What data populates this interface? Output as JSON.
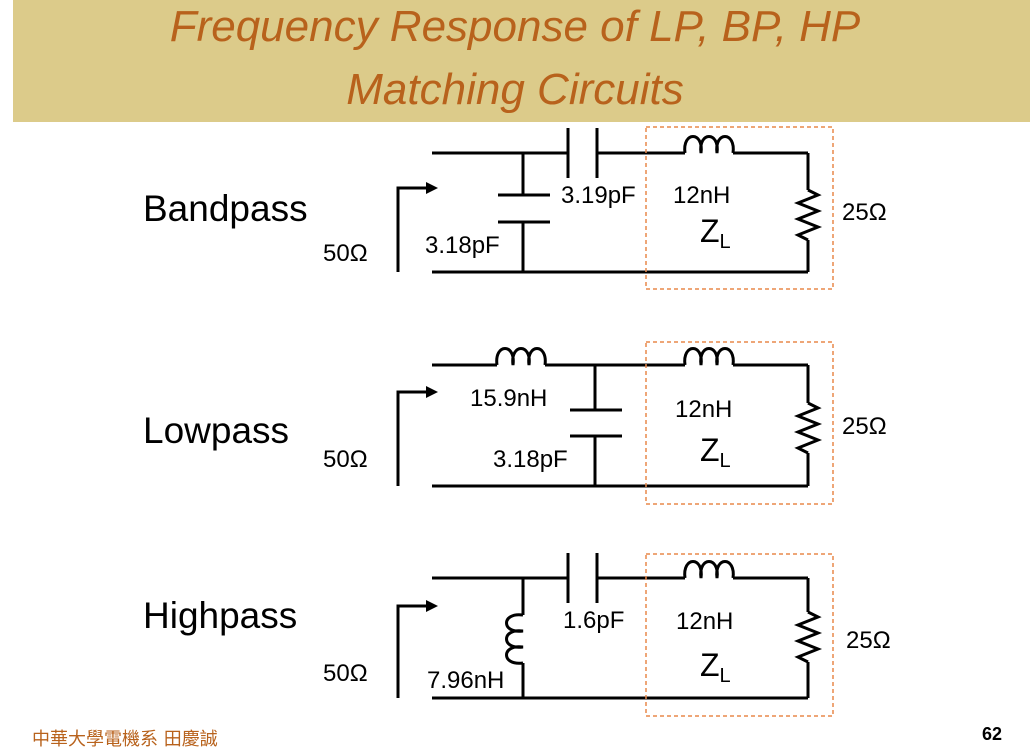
{
  "title": {
    "line1": "Frequency Response of LP, BP, HP",
    "line2": "Matching Circuits"
  },
  "circuits": [
    {
      "name": "Bandpass",
      "source": "50Ω",
      "c_shunt": "3.18pF",
      "c_series": "3.19pF",
      "load_l": "12nH",
      "load_r": "25Ω",
      "zl": "Z",
      "zl_sub": "L"
    },
    {
      "name": "Lowpass",
      "source": "50Ω",
      "l_series": "15.9nH",
      "c_shunt": "3.18pF",
      "load_l": "12nH",
      "load_r": "25Ω",
      "zl": "Z",
      "zl_sub": "L"
    },
    {
      "name": "Highpass",
      "source": "50Ω",
      "c_series": "1.6pF",
      "l_shunt": "7.96nH",
      "load_l": "12nH",
      "load_r": "25Ω",
      "zl": "Z",
      "zl_sub": "L"
    }
  ],
  "footer": {
    "text": "中華大學電機系 田慶誠",
    "page": "62"
  },
  "colors": {
    "title_bg": "#dccb8a",
    "title_text": "#b8621c",
    "dashed_box": "#e8884a"
  }
}
